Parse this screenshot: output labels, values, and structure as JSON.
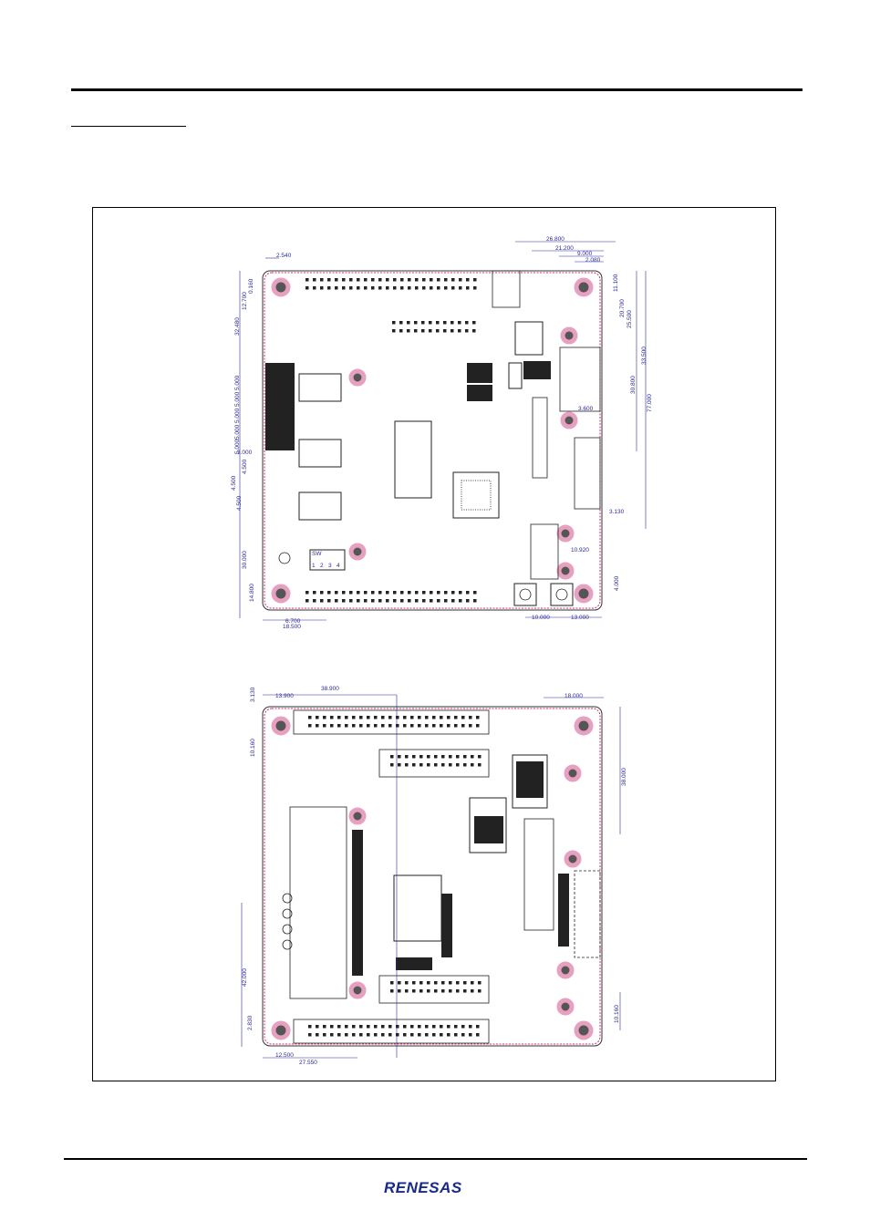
{
  "top_view": {
    "dimensions_top": [
      "26.800",
      "21.200",
      "9.000",
      "2.080",
      "2.540"
    ],
    "dimensions_left": [
      "0.160",
      "12.700",
      "32.480",
      "5.000",
      "5.000",
      "5.000",
      "5.000",
      "5.000",
      "3.000",
      "4.500",
      "4.500",
      "4.500",
      "30.000",
      "14.800"
    ],
    "dimensions_right": [
      "11.100",
      "20.700",
      "25.500",
      "33.500",
      "30.800",
      "77.000",
      "3.600",
      "3.130",
      "10.920",
      "4.000"
    ],
    "dimensions_bottom": [
      "6.700",
      "18.500",
      "10.000",
      "13.000"
    ],
    "switch_label": "SW",
    "switch_numbers": [
      "1",
      "2",
      "3",
      "4"
    ]
  },
  "bottom_view": {
    "dimensions_top": [
      "3.130",
      "13.900",
      "38.900",
      "18.000"
    ],
    "dimensions_left": [
      "10.160",
      "42.000",
      "2.830"
    ],
    "dimensions_right": [
      "38.000",
      "10.160"
    ],
    "dimensions_bottom": [
      "12.500",
      "27.550"
    ]
  },
  "footer": {
    "logo_text": "RENESAS"
  }
}
